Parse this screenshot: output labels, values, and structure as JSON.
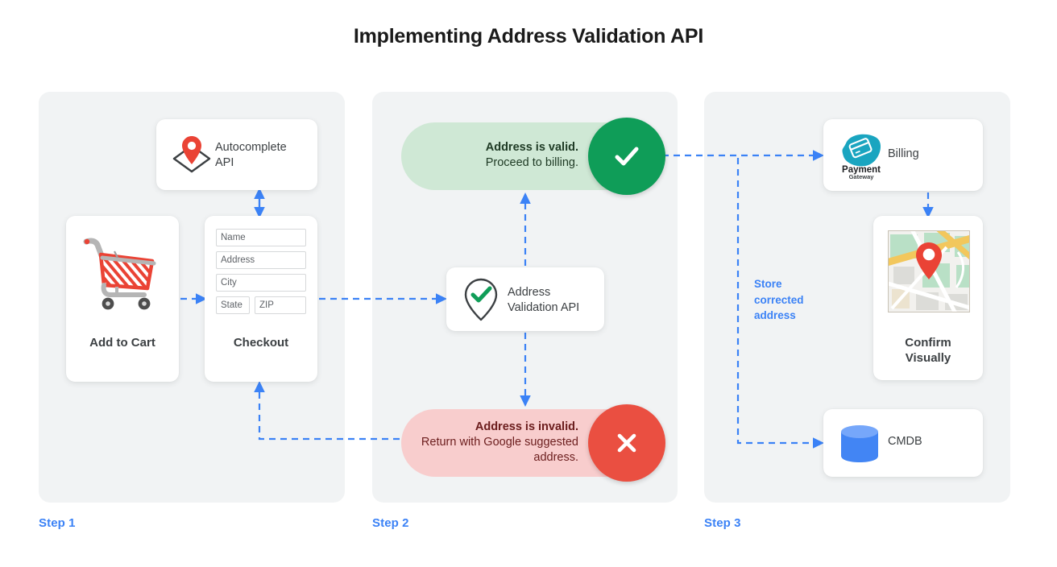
{
  "title": "Implementing Address Validation API",
  "colors": {
    "accent_blue": "#3b82f6",
    "panel_bg": "#f1f3f4",
    "valid_pill_bg": "#cfe8d5",
    "valid_circle": "#0f9d58",
    "invalid_pill_bg": "#f8cdcd",
    "invalid_circle": "#ea4f41",
    "red_pin": "#ea4335",
    "cmdb_blue": "#4285f4",
    "payment_teal": "#1aa5c0"
  },
  "steps": [
    {
      "label": "Step 1"
    },
    {
      "label": "Step 2"
    },
    {
      "label": "Step 3"
    }
  ],
  "step1": {
    "autocomplete": {
      "label": "Autocomplete\nAPI",
      "icon": "map-pin-diamond-icon"
    },
    "add_to_cart": {
      "title": "Add to Cart",
      "icon": "shopping-cart-icon"
    },
    "checkout": {
      "title": "Checkout",
      "fields": [
        {
          "name": "name-field",
          "placeholder": "Name"
        },
        {
          "name": "address-field",
          "placeholder": "Address"
        },
        {
          "name": "city-field",
          "placeholder": "City"
        },
        {
          "name": "state-field",
          "placeholder": "State"
        },
        {
          "name": "zip-field",
          "placeholder": "ZIP"
        }
      ]
    }
  },
  "step2": {
    "valid": {
      "headline": "Address is valid.",
      "subtext": "Proceed to billing.",
      "icon": "check-icon"
    },
    "invalid": {
      "headline": "Address is invalid.",
      "subtext": "Return with Google suggested address.",
      "icon": "close-x-icon"
    },
    "validation_api": {
      "label": "Address\nValidation API",
      "icon": "pin-check-icon"
    }
  },
  "step3": {
    "billing": {
      "label": "Billing",
      "logo_primary": "Payment",
      "logo_secondary": "Gateway",
      "icon": "payment-gateway-icon"
    },
    "confirm": {
      "title": "Confirm\nVisually",
      "icon": "map-thumbnail-icon"
    },
    "cmdb": {
      "label": "CMDB",
      "icon": "database-cylinder-icon"
    },
    "store_note": "Store corrected address"
  }
}
